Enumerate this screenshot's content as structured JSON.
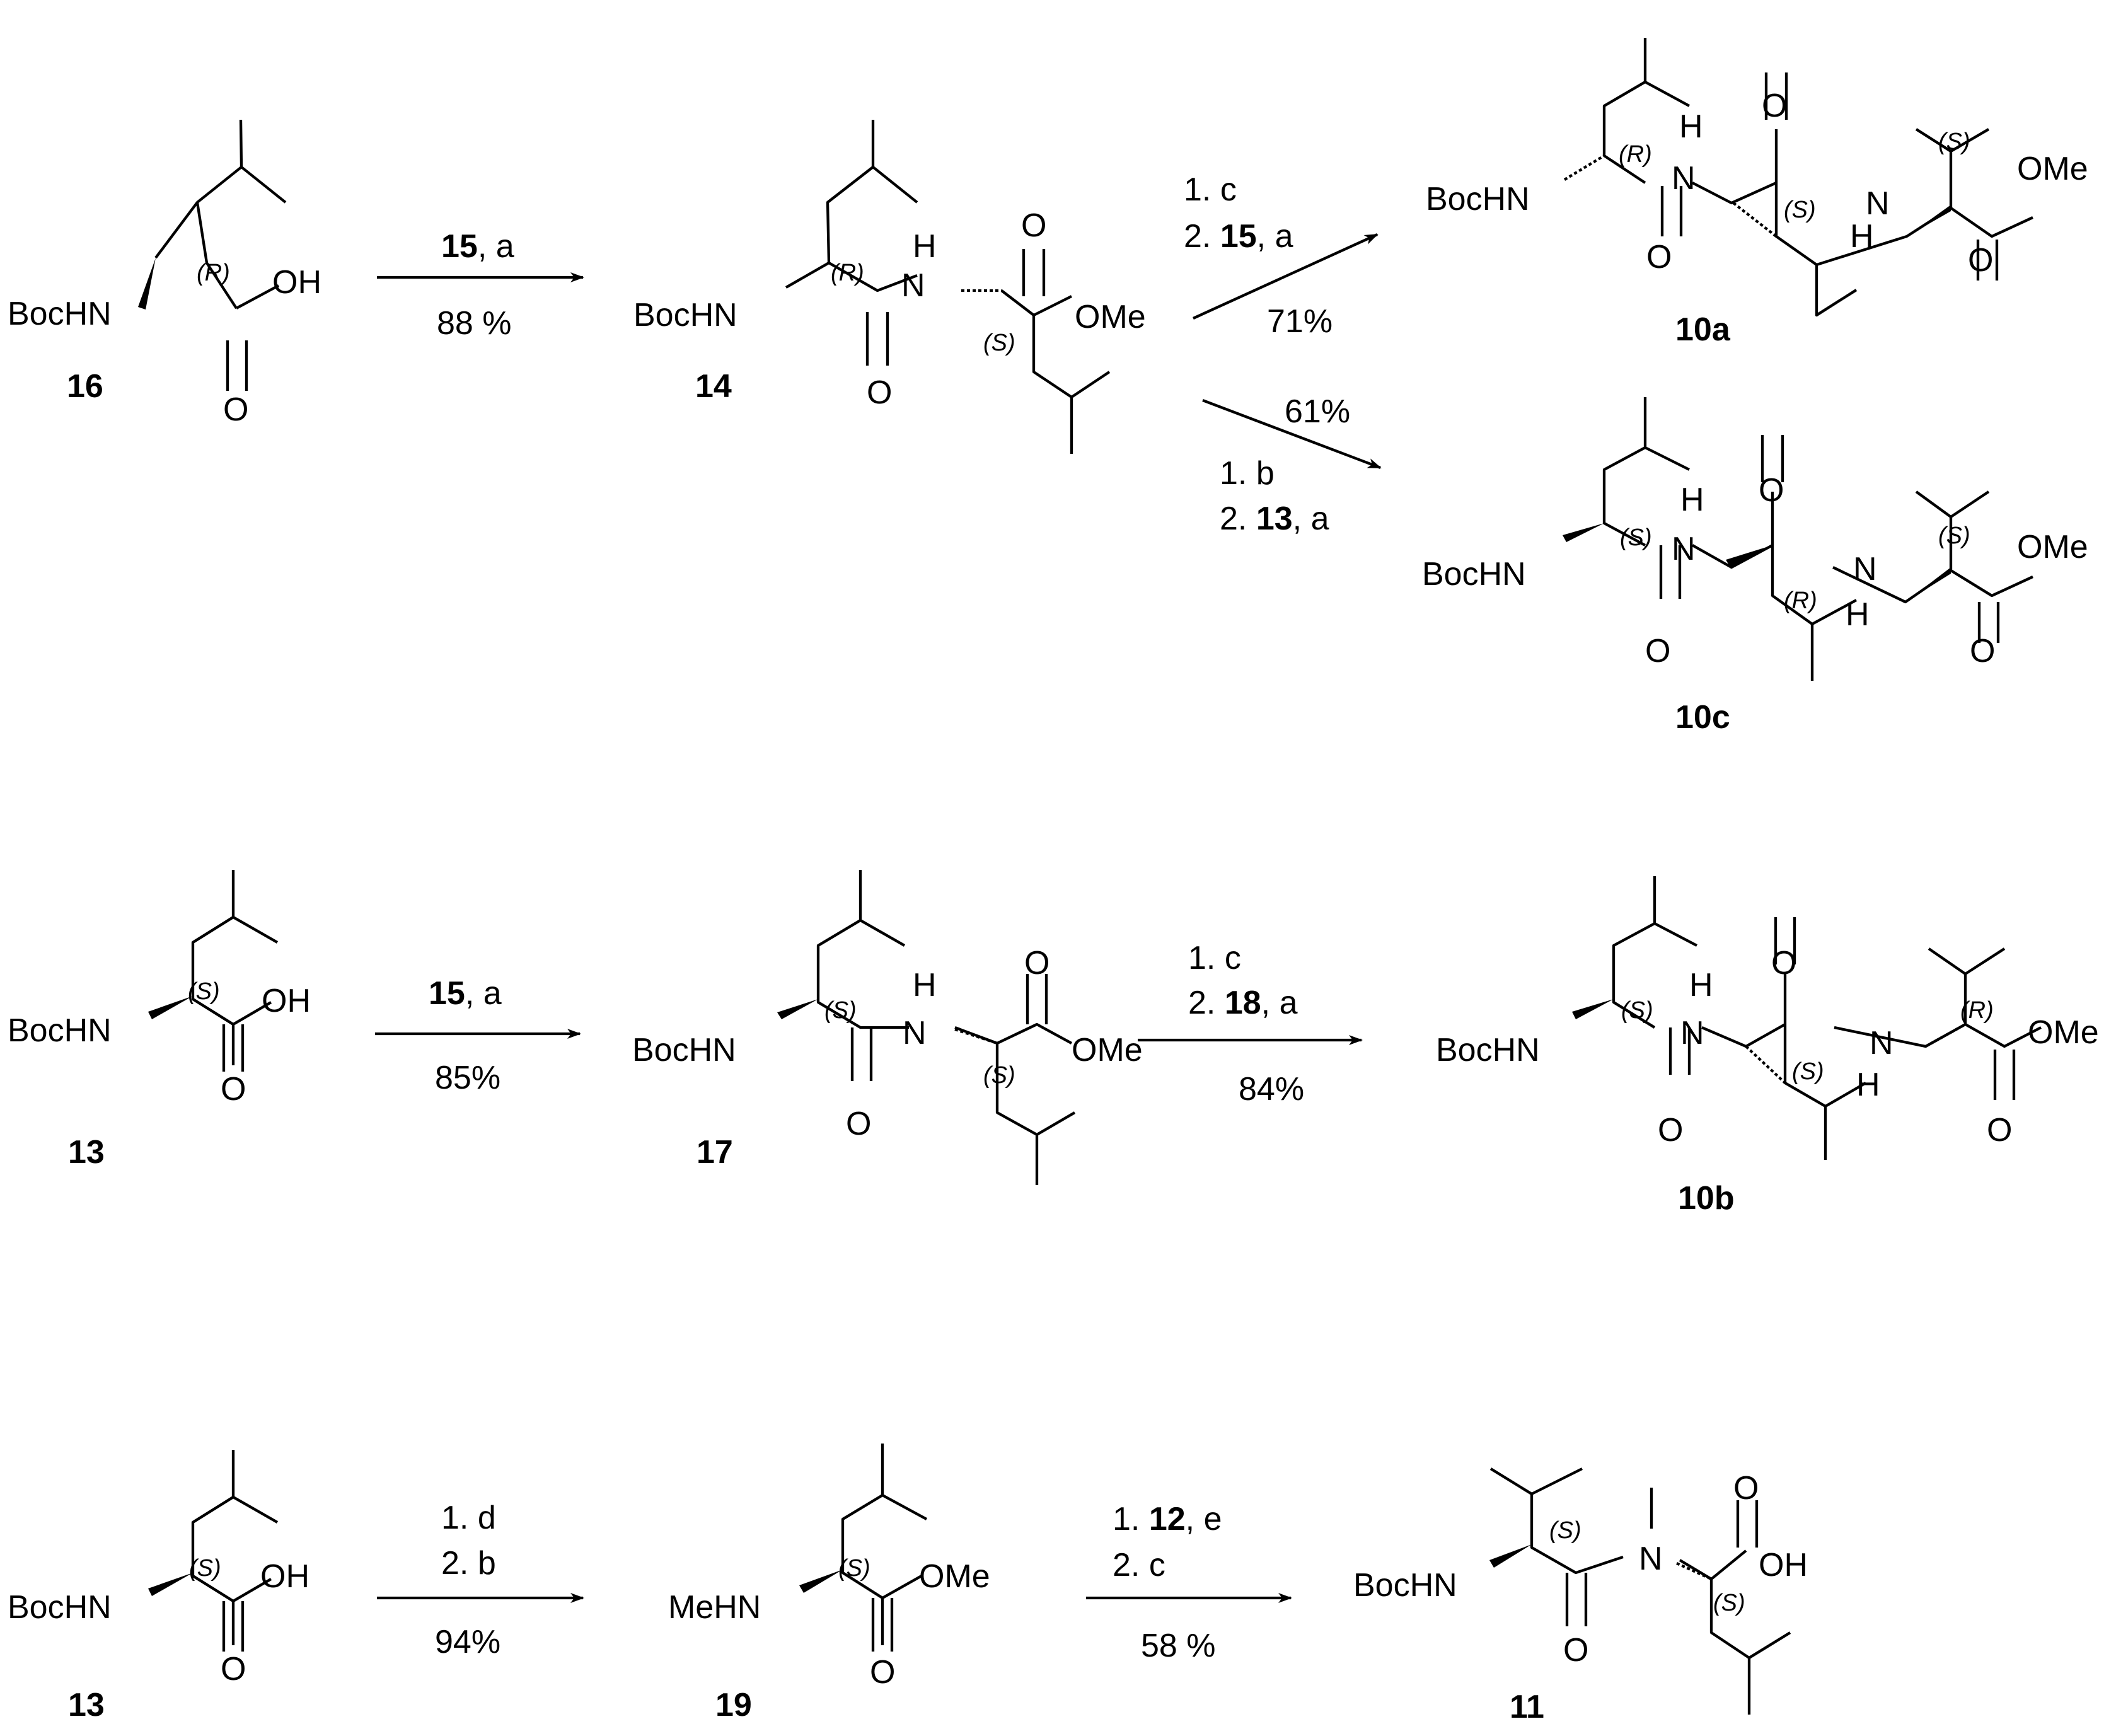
{
  "atoms": {
    "boc_hn": "BocHN",
    "me_hn": "MeHN",
    "oh": "OH",
    "ome": "OMe",
    "o": "O",
    "n": "N",
    "h": "H"
  },
  "stereo": {
    "r": "(R)",
    "s": "(S)"
  },
  "compounds": {
    "c16": "16",
    "c14": "14",
    "c10a": "10a",
    "c10c": "10c",
    "c13_row2": "13",
    "c17": "17",
    "c10b": "10b",
    "c13_row3": "13",
    "c19": "19",
    "c11": "11"
  },
  "reactions": {
    "r16_14": {
      "reagent_cmp": "15",
      "reagent_tail": ", a",
      "yield": "88 %"
    },
    "r14_10a": {
      "step1": "1. c",
      "step2_pre": "2. ",
      "step2_cmp": "15",
      "step2_tail": ", a",
      "yield": "71%"
    },
    "r14_10c": {
      "yield": "61%",
      "step1": "1. b",
      "step2_pre": "2. ",
      "step2_cmp": "13",
      "step2_tail": ", a"
    },
    "r13_17": {
      "reagent_cmp": "15",
      "reagent_tail": ", a",
      "yield": "85%"
    },
    "r17_10b": {
      "step1": "1. c",
      "step2_pre": "2. ",
      "step2_cmp": "18",
      "step2_tail": ", a",
      "yield": "84%"
    },
    "r13_19": {
      "step1": "1. d",
      "step2": "2. b",
      "yield": "94%"
    },
    "r19_11": {
      "step1_pre": "1. ",
      "step1_cmp": "12",
      "step1_tail": ", e",
      "step2": "2. c",
      "yield": "58 %"
    }
  }
}
